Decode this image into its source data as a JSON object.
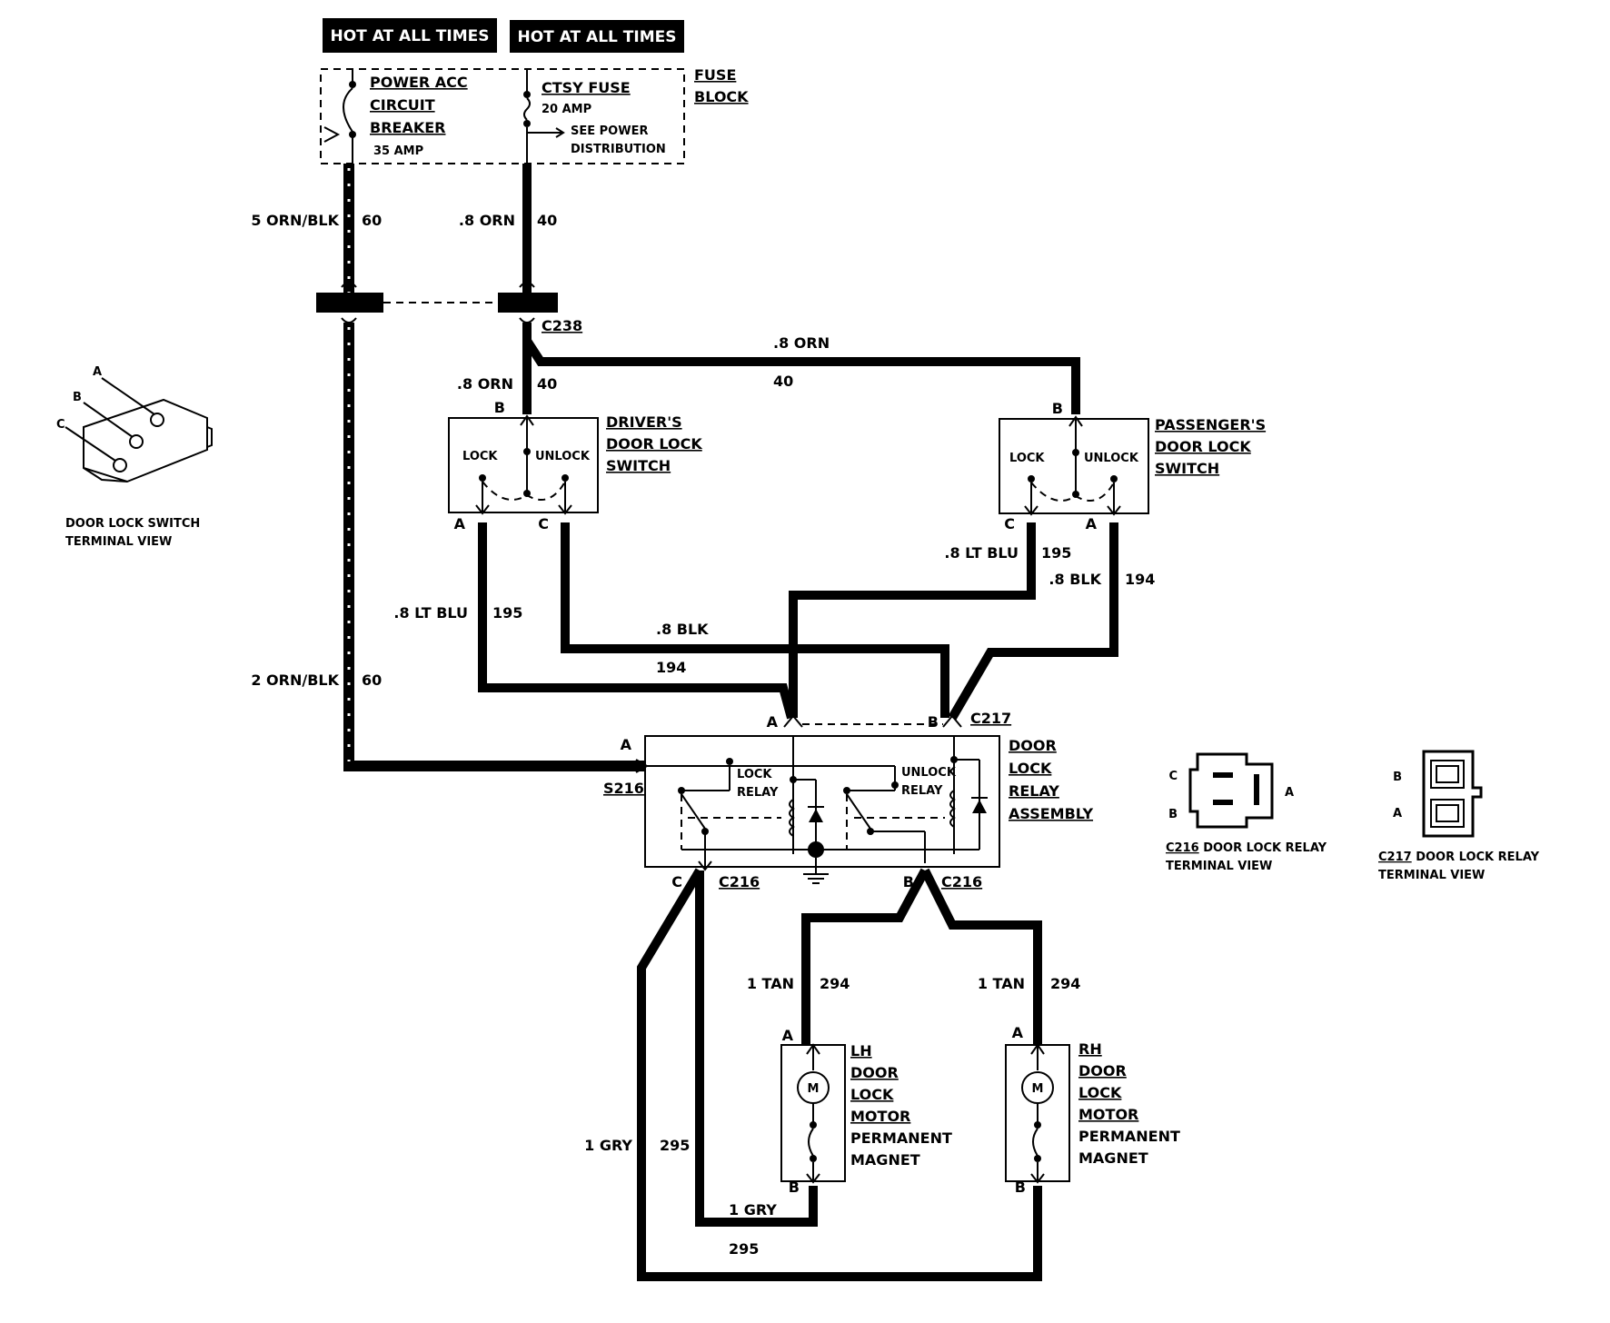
{
  "header": {
    "hot1": "HOT AT ALL TIMES",
    "hot2": "HOT AT ALL TIMES"
  },
  "fuse_block": {
    "label_line1": "FUSE",
    "label_line2": "BLOCK",
    "breaker_line1": "POWER ACC",
    "breaker_line2": "CIRCUIT",
    "breaker_line3": "BREAKER",
    "breaker_amp": "35 AMP",
    "fuse_name": "CTSY FUSE",
    "fuse_amp": "20 AMP",
    "see_line1": "SEE POWER",
    "see_line2": "DISTRIBUTION"
  },
  "wires": {
    "w1_size": "5 ORN/BLK",
    "w1_circuit": "60",
    "w2_size": ".8 ORN",
    "w2_circuit": "40",
    "w3_size": ".8 ORN",
    "w3_circuit": "40",
    "w4_size": ".8 ORN",
    "w4_circuit": "40",
    "w5_size": "2 ORN/BLK",
    "w5_circuit": "60",
    "w6_size": ".8 LT BLU",
    "w6_circuit": "195",
    "w7_size": ".8 BLK",
    "w7_circuit": "194",
    "w8_size": ".8 LT BLU",
    "w8_circuit": "195",
    "w9_size": ".8 BLK",
    "w9_circuit": "194",
    "w10_size": "1 TAN",
    "w10_circuit": "294",
    "w11_size": "1 TAN",
    "w11_circuit": "294",
    "w12_size": "1 GRY",
    "w12_circuit": "295",
    "w13_size": "1 GRY",
    "w13_circuit": "295"
  },
  "connectors": {
    "c238": "C238",
    "c217": "C217",
    "s216": "S216",
    "c216_left": "C216",
    "c216_right": "C216"
  },
  "pins": {
    "a": "A",
    "b": "B",
    "c": "C"
  },
  "drivers_switch": {
    "line1": "DRIVER'S",
    "line2": "DOOR LOCK",
    "line3": "SWITCH",
    "lock": "LOCK",
    "unlock": "UNLOCK"
  },
  "passengers_switch": {
    "line1": "PASSENGER'S",
    "line2": "DOOR LOCK",
    "line3": "SWITCH",
    "lock": "LOCK",
    "unlock": "UNLOCK"
  },
  "relay_assembly": {
    "line1": "DOOR",
    "line2": "LOCK",
    "line3": "RELAY",
    "line4": "ASSEMBLY",
    "lock_relay_1": "LOCK",
    "lock_relay_2": "RELAY",
    "unlock_relay_1": "UNLOCK",
    "unlock_relay_2": "RELAY"
  },
  "lh_motor": {
    "line1": "LH",
    "line2": "DOOR",
    "line3": "LOCK",
    "line4": "MOTOR",
    "line5": "PERMANENT",
    "line6": "MAGNET",
    "symbol": "M"
  },
  "rh_motor": {
    "line1": "RH",
    "line2": "DOOR",
    "line3": "LOCK",
    "line4": "MOTOR",
    "line5": "PERMANENT",
    "line6": "MAGNET",
    "symbol": "M"
  },
  "terminal_views": {
    "switch_line1": "DOOR LOCK SWITCH",
    "switch_line2": "TERMINAL VIEW",
    "c216_name": "C216",
    "c216_line1": " DOOR LOCK RELAY",
    "c216_line2": "TERMINAL VIEW",
    "c217_name": "C217",
    "c217_line1": " DOOR LOCK RELAY",
    "c217_line2": "TERMINAL VIEW"
  },
  "colors": {
    "ink": "#000000",
    "paper": "#ffffff"
  }
}
